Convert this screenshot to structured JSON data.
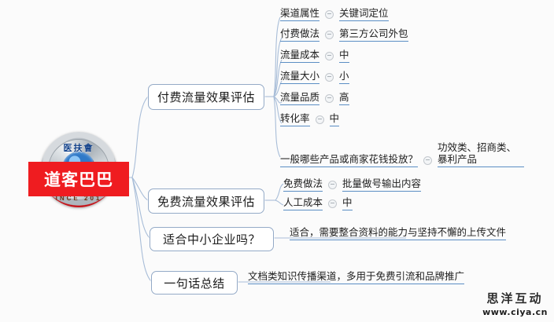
{
  "central": {
    "banner_text": "道客巴巴",
    "badge_top_text": "医扶會",
    "badge_bottom_text": "INCE 201",
    "banner_color": "#ef1c20"
  },
  "colors": {
    "node_border": "#93a9c6",
    "underline": "#5b8ec4",
    "link": "#a8bdd8",
    "background": "#fbfbfb",
    "text": "#1d1d1d"
  },
  "branches": [
    {
      "id": "paid",
      "label": "付费流量效果评估",
      "children": [
        {
          "label": "渠道属性",
          "value": "关键词定位"
        },
        {
          "label": "付费做法",
          "value": "第三方公司外包"
        },
        {
          "label": "流量成本",
          "value": "中"
        },
        {
          "label": "流量大小",
          "value": "小"
        },
        {
          "label": "流量品质",
          "value": "高"
        },
        {
          "label": "转化率",
          "value": "中"
        },
        {
          "label": "一般哪些产品或商家花钱投放？",
          "value": "功效类、招商类、暴利产品"
        }
      ]
    },
    {
      "id": "free",
      "label": "免费流量效果评估",
      "children": [
        {
          "label": "免费做法",
          "value": "批量做号输出内容"
        },
        {
          "label": "人工成本",
          "value": "中"
        }
      ]
    },
    {
      "id": "sme",
      "label": "适合中小企业吗？",
      "children": [
        {
          "label": "适合，需要整合资料的能力与坚持不懈的上传文件",
          "value": ""
        }
      ]
    },
    {
      "id": "summary",
      "label": "一句话总结",
      "children": [
        {
          "label": "文档类知识传播渠道，多用于免费引流和品牌推广",
          "value": ""
        }
      ]
    }
  ],
  "watermark": {
    "brand": "思洋互动",
    "url": "www.ciya.cn"
  },
  "icons": {
    "collapse_toggle": "minus-circle-icon"
  }
}
